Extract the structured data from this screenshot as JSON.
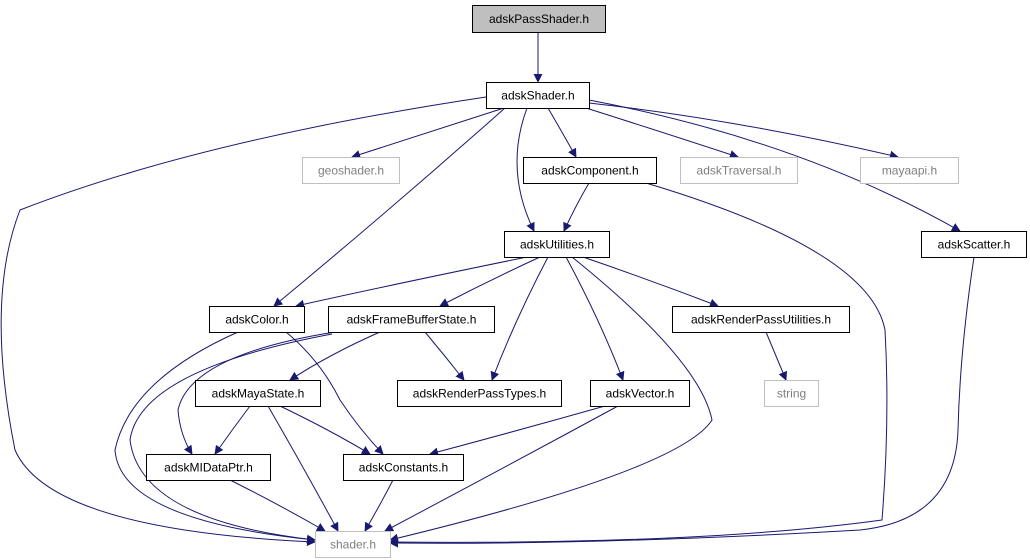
{
  "colors": {
    "edge": "#191970",
    "node_border": "#000000",
    "external_border": "#bfbfbf",
    "external_text": "#7f7f7f",
    "root_fill": "#bfbfbf",
    "text": "#000000"
  },
  "nodes": {
    "pass_shader": {
      "label": "adskPassShader.h",
      "kind": "root"
    },
    "shader": {
      "label": "adskShader.h",
      "kind": "local"
    },
    "geoshader": {
      "label": "geoshader.h",
      "kind": "external"
    },
    "component": {
      "label": "adskComponent.h",
      "kind": "local"
    },
    "traversal": {
      "label": "adskTraversal.h",
      "kind": "external"
    },
    "mayaapi": {
      "label": "mayaapi.h",
      "kind": "external"
    },
    "utilities": {
      "label": "adskUtilities.h",
      "kind": "local"
    },
    "scatter": {
      "label": "adskScatter.h",
      "kind": "local"
    },
    "color": {
      "label": "adskColor.h",
      "kind": "local"
    },
    "framebuffer_state": {
      "label": "adskFrameBufferState.h",
      "kind": "local"
    },
    "render_pass_utilities": {
      "label": "adskRenderPassUtilities.h",
      "kind": "local"
    },
    "maya_state": {
      "label": "adskMayaState.h",
      "kind": "local"
    },
    "render_pass_types": {
      "label": "adskRenderPassTypes.h",
      "kind": "local"
    },
    "vector": {
      "label": "adskVector.h",
      "kind": "local"
    },
    "string": {
      "label": "string",
      "kind": "external"
    },
    "mi_data_ptr": {
      "label": "adskMIDataPtr.h",
      "kind": "local"
    },
    "constants": {
      "label": "adskConstants.h",
      "kind": "local"
    },
    "shader_h": {
      "label": "shader.h",
      "kind": "external"
    }
  },
  "edges": [
    [
      "pass_shader",
      "shader"
    ],
    [
      "shader",
      "geoshader"
    ],
    [
      "shader",
      "component"
    ],
    [
      "shader",
      "traversal"
    ],
    [
      "shader",
      "mayaapi"
    ],
    [
      "shader",
      "scatter"
    ],
    [
      "shader",
      "utilities"
    ],
    [
      "shader",
      "color"
    ],
    [
      "shader",
      "shader_h"
    ],
    [
      "component",
      "utilities"
    ],
    [
      "component",
      "shader_h"
    ],
    [
      "scatter",
      "shader_h"
    ],
    [
      "utilities",
      "color"
    ],
    [
      "utilities",
      "framebuffer_state"
    ],
    [
      "utilities",
      "render_pass_types"
    ],
    [
      "utilities",
      "vector"
    ],
    [
      "utilities",
      "render_pass_utilities"
    ],
    [
      "utilities",
      "shader_h"
    ],
    [
      "color",
      "constants"
    ],
    [
      "color",
      "shader_h"
    ],
    [
      "framebuffer_state",
      "maya_state"
    ],
    [
      "framebuffer_state",
      "render_pass_types"
    ],
    [
      "framebuffer_state",
      "mi_data_ptr"
    ],
    [
      "framebuffer_state",
      "shader_h"
    ],
    [
      "render_pass_utilities",
      "string"
    ],
    [
      "maya_state",
      "mi_data_ptr"
    ],
    [
      "maya_state",
      "constants"
    ],
    [
      "maya_state",
      "shader_h"
    ],
    [
      "vector",
      "constants"
    ],
    [
      "vector",
      "shader_h"
    ],
    [
      "mi_data_ptr",
      "shader_h"
    ],
    [
      "constants",
      "shader_h"
    ]
  ]
}
